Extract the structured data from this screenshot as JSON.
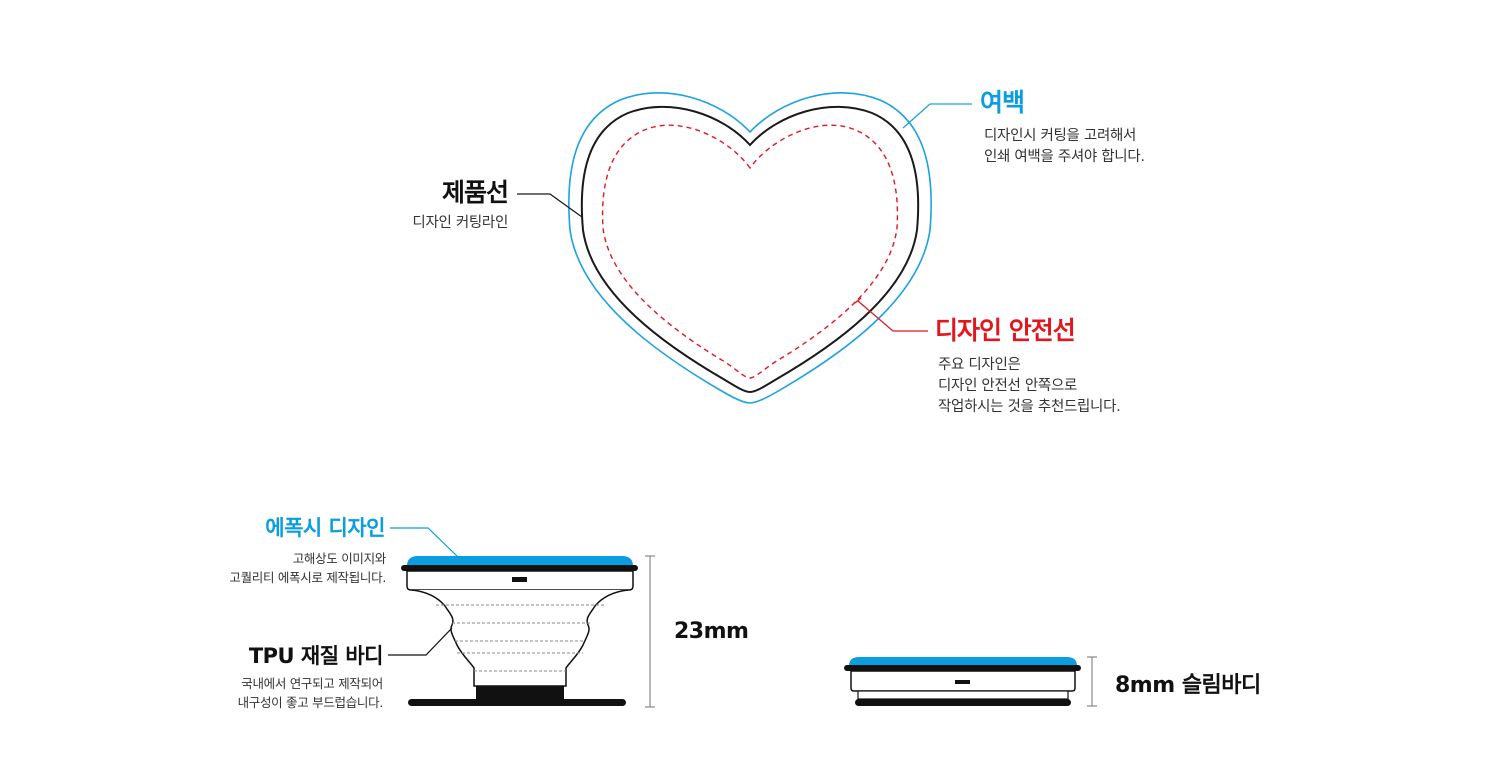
{
  "colors": {
    "margin_line": "#1aa3e0",
    "cut_line": "#1a1a1a",
    "safe_line": "#e3161d",
    "epoxy": "#0a9de0"
  },
  "heart_diagram": {
    "margin": {
      "title": "여백",
      "desc_lines": [
        "디자인시 커팅을 고려해서",
        "인쇄 여백을 주셔야 합니다."
      ]
    },
    "product_line": {
      "title": "제품선",
      "desc_lines": [
        "디자인 커팅라인"
      ]
    },
    "safe_line": {
      "title": "디자인 안전선",
      "desc_lines": [
        "주요 디자인은",
        "디자인 안전선 안쪽으로",
        "작업하시는 것을 추천드립니다."
      ]
    }
  },
  "side_view": {
    "epoxy": {
      "title": "에폭시 디자인",
      "desc_lines": [
        "고해상도 이미지와",
        "고퀄리티 에폭시로 제작됩니다."
      ]
    },
    "tpu": {
      "title": "TPU 재질 바디",
      "desc_lines": [
        "국내에서 연구되고 제작되어",
        "내구성이 좋고 부드럽습니다."
      ]
    },
    "height_label": "23mm"
  },
  "slim_view": {
    "height_label": "8mm 슬림바디"
  }
}
